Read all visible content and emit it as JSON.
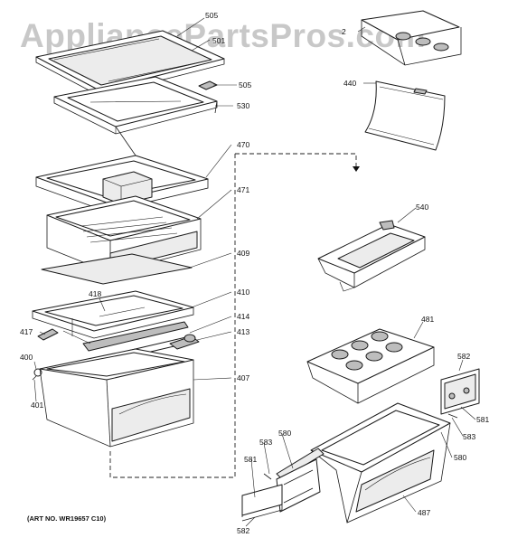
{
  "watermark": "AppliancePartsPros.com",
  "art_number": "(ART NO. WR19657 C10)",
  "labels": {
    "l505a": "505",
    "l501": "501",
    "l505b": "505",
    "l530": "530",
    "l470": "470",
    "l471": "471",
    "l409": "409",
    "l418": "418",
    "l410": "410",
    "l414": "414",
    "l417": "417",
    "l413": "413",
    "l400": "400",
    "l401": "401",
    "l407": "407",
    "l2": "2",
    "l440": "440",
    "l540": "540",
    "l481": "481",
    "l582a": "582",
    "l581a": "581",
    "l583a": "583",
    "l580a": "580",
    "l583b": "583",
    "l580b": "580",
    "l581b": "581",
    "l582b": "582",
    "l487": "487"
  }
}
